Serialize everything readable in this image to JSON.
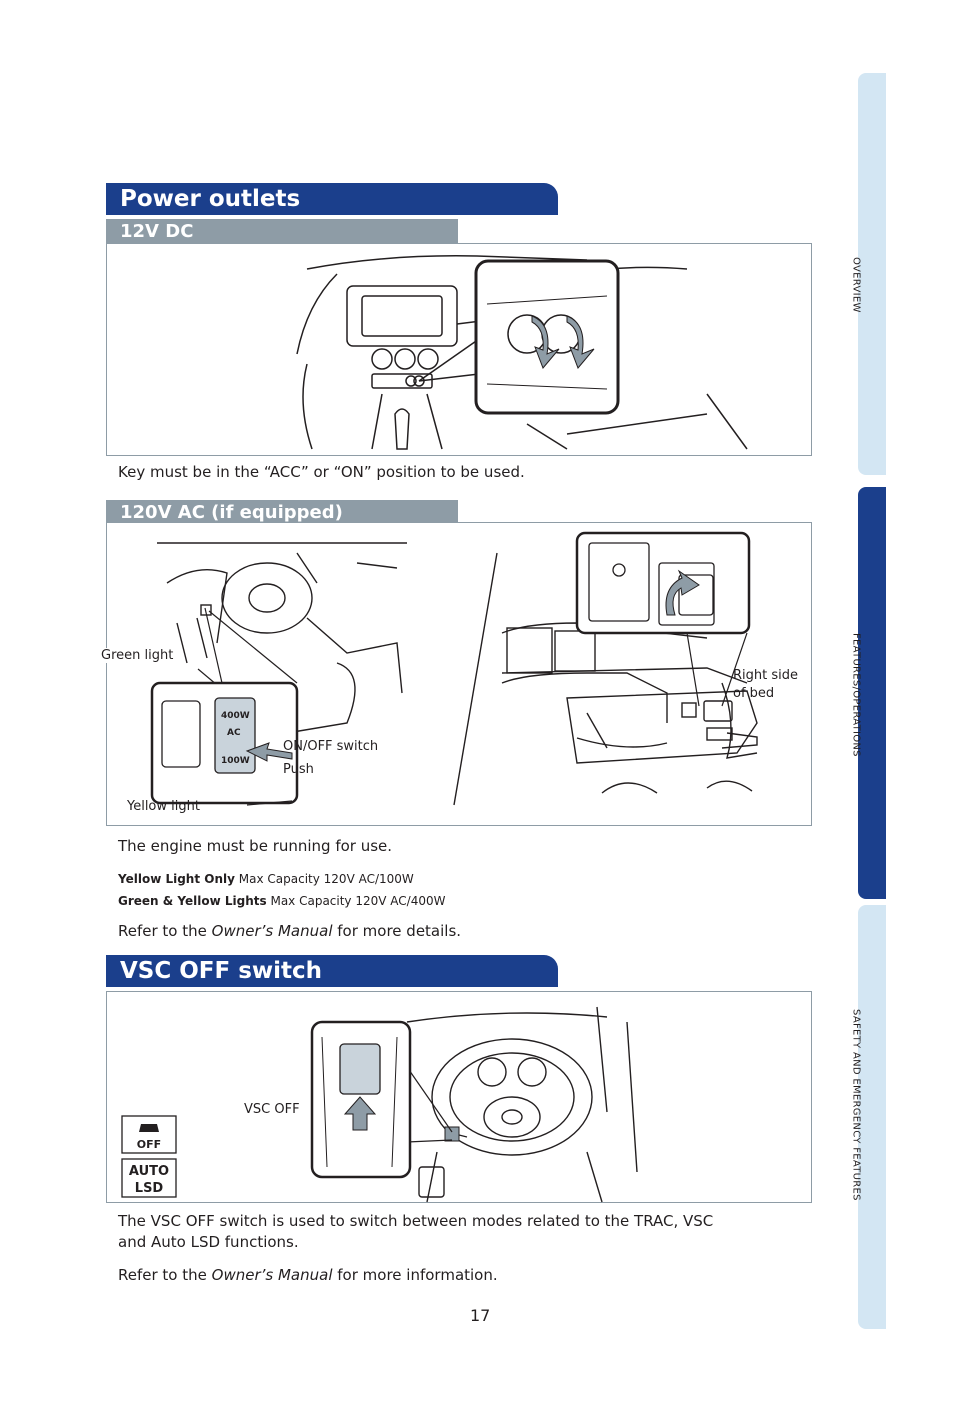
{
  "side_tabs": [
    {
      "label": "OVERVIEW",
      "active": false
    },
    {
      "label": "FEATURES/OPERATIONS",
      "active": true
    },
    {
      "label": "SAFETY AND EMERGENCY FEATURES",
      "active": false
    }
  ],
  "colors": {
    "primary": "#1b3f8c",
    "subheader": "#8e9ca6",
    "tab_inactive": "#d3e6f3"
  },
  "power_outlets": {
    "title": "Power outlets",
    "dc": {
      "title": "12V DC",
      "note": "Key must be in the “ACC” or “ON” position to be used."
    },
    "ac": {
      "title": "120V AC (if equipped)",
      "callouts": {
        "green_light": "Green light",
        "yellow_light": "Yellow light",
        "on_off_switch": "ON/OFF switch",
        "push": "Push",
        "right_side_line1": "Right side",
        "right_side_line2": "of bed"
      },
      "switch_labels": {
        "top": "400W",
        "mid": "AC",
        "bottom": "100W"
      },
      "note": "The engine must be running for use.",
      "yellow_only_label": "Yellow Light Only",
      "yellow_only_value": "Max Capacity 120V AC/100W",
      "green_yellow_label": "Green & Yellow Lights",
      "green_yellow_value": "Max Capacity 120V AC/400W",
      "refer_prefix": "Refer to the",
      "refer_manual": "Owner’s Manual",
      "refer_suffix": "for more details."
    }
  },
  "vsc": {
    "title": "VSC OFF switch",
    "callout": "VSC OFF",
    "icon_off_label": "OFF",
    "icon_lsd_line1": "AUTO",
    "icon_lsd_line2": "LSD",
    "description_line1": "The VSC OFF switch is used to switch between modes related to the TRAC, VSC",
    "description_line2": "and Auto LSD functions.",
    "refer_prefix": "Refer to the",
    "refer_manual": "Owner’s Manual",
    "refer_suffix": "for more information."
  },
  "page_number": "17"
}
